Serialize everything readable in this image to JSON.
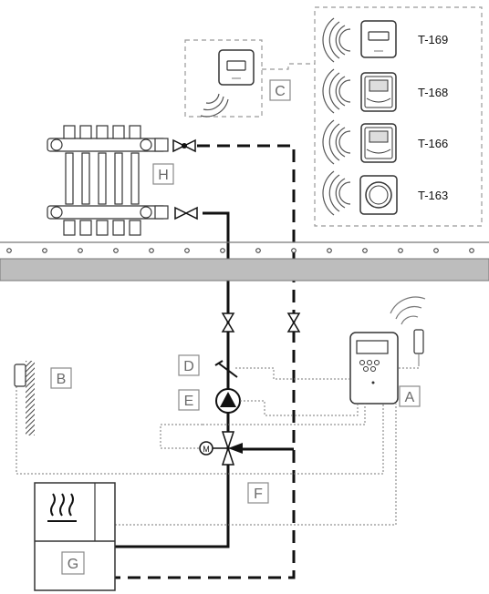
{
  "labels": {
    "A": "A",
    "B": "B",
    "C": "C",
    "D": "D",
    "E": "E",
    "F": "F",
    "G": "G",
    "H": "H"
  },
  "thermostats": [
    {
      "model": "T-169"
    },
    {
      "model": "T-168"
    },
    {
      "model": "T-166"
    },
    {
      "model": "T-163"
    }
  ],
  "colors": {
    "pipe": "#111111",
    "dotted_wire": "#777777",
    "dashed_box": "#999999",
    "floor": "#bdbdbd",
    "label_box": "#8a8a8a"
  }
}
